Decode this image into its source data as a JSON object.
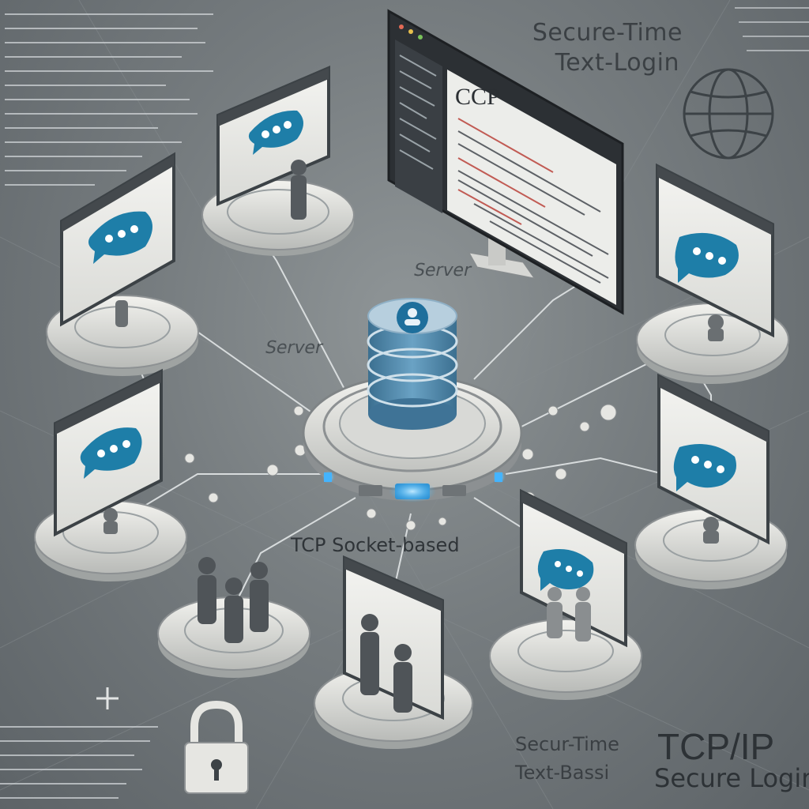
{
  "labels": {
    "title_line1": "Secure-Time",
    "title_line2": "Text-Login",
    "monitor_heading": "CCP",
    "server_label_1": "Server",
    "server_label_2": "Server",
    "tcp_label": "TCP Socket-based",
    "bottom_line1": "Secur-Time",
    "bottom_line2": "Text-Bassi",
    "bottom_big": "TCP/IP",
    "bottom_big2": "Secure Login"
  },
  "colors": {
    "background": "#7a8083",
    "platform": "#e4e4e0",
    "chat_bubble": "#1e7ea8",
    "server_stack": "#4f86a8",
    "led_glow": "#35b6ff"
  },
  "icons": [
    "chat-bubble-icon",
    "user-icon",
    "lock-icon",
    "globe-icon",
    "database-icon"
  ]
}
